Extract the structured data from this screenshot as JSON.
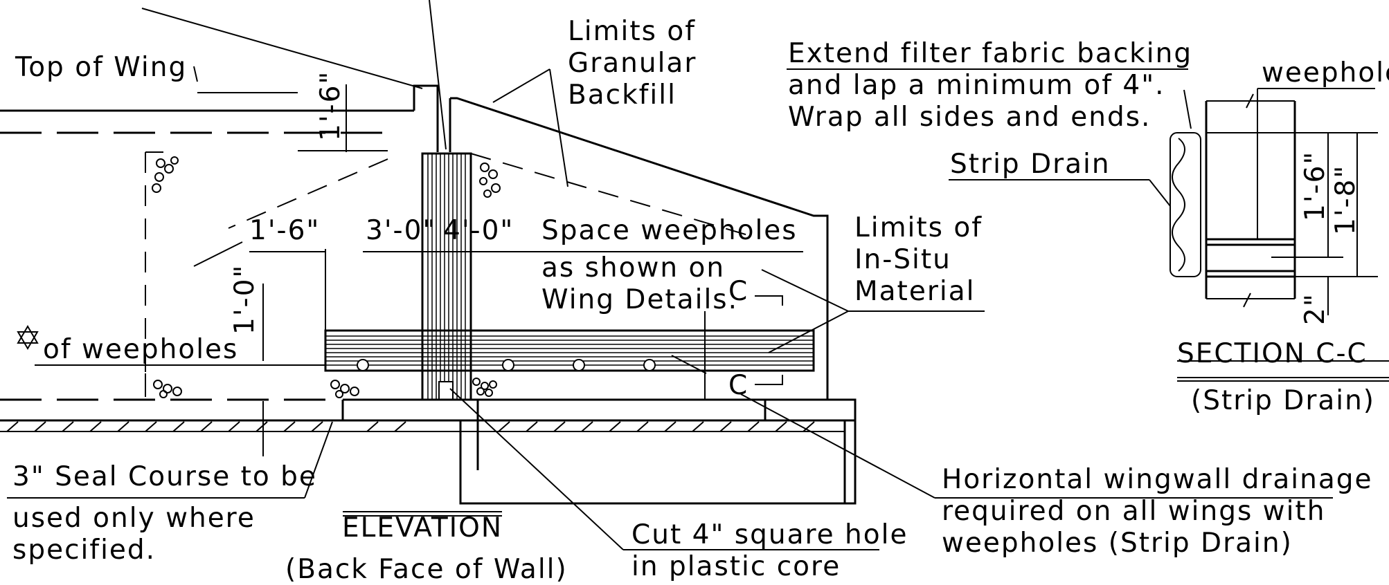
{
  "drawing": {
    "elevation": {
      "title": "ELEVATION",
      "subtitle": "(Back Face of Wall)"
    },
    "section": {
      "title": "SECTION C-C",
      "subtitle": "(Strip Drain)"
    },
    "notes": {
      "top_of_wing": "Top of Wing",
      "limits_granular": [
        "Limits of",
        "Granular",
        "Backfill"
      ],
      "space_weepholes": [
        "Space weepholes",
        "as shown on",
        "Wing Details."
      ],
      "limits_in_situ": [
        "Limits of",
        "In-Situ",
        "Material"
      ],
      "cl_weepholes": "of weepholes",
      "seal_course": [
        "3\" Seal Course to be",
        "used only where",
        "specified."
      ],
      "cut_hole": [
        "Cut 4\" square hole",
        "in plastic core"
      ],
      "horizontal_drainage": [
        "Horizontal wingwall drainage",
        "required on all wings with",
        "weepholes (Strip Drain)"
      ],
      "filter_fabric": [
        "Extend filter fabric backing",
        "and lap a minimum of 4\".",
        "Wrap all sides and ends."
      ],
      "strip_drain": "Strip Drain",
      "weepholes": "weepholes",
      "section_marker": "C"
    },
    "dimensions": {
      "d1": "1'-6\"",
      "d2": "1'-6\"",
      "d3": "3'-0\"",
      "d4": "4'-0\"",
      "d5": "1'-0\"",
      "d6": "1'-6\"",
      "d7": "1'-8\"",
      "d8": "2\""
    }
  }
}
